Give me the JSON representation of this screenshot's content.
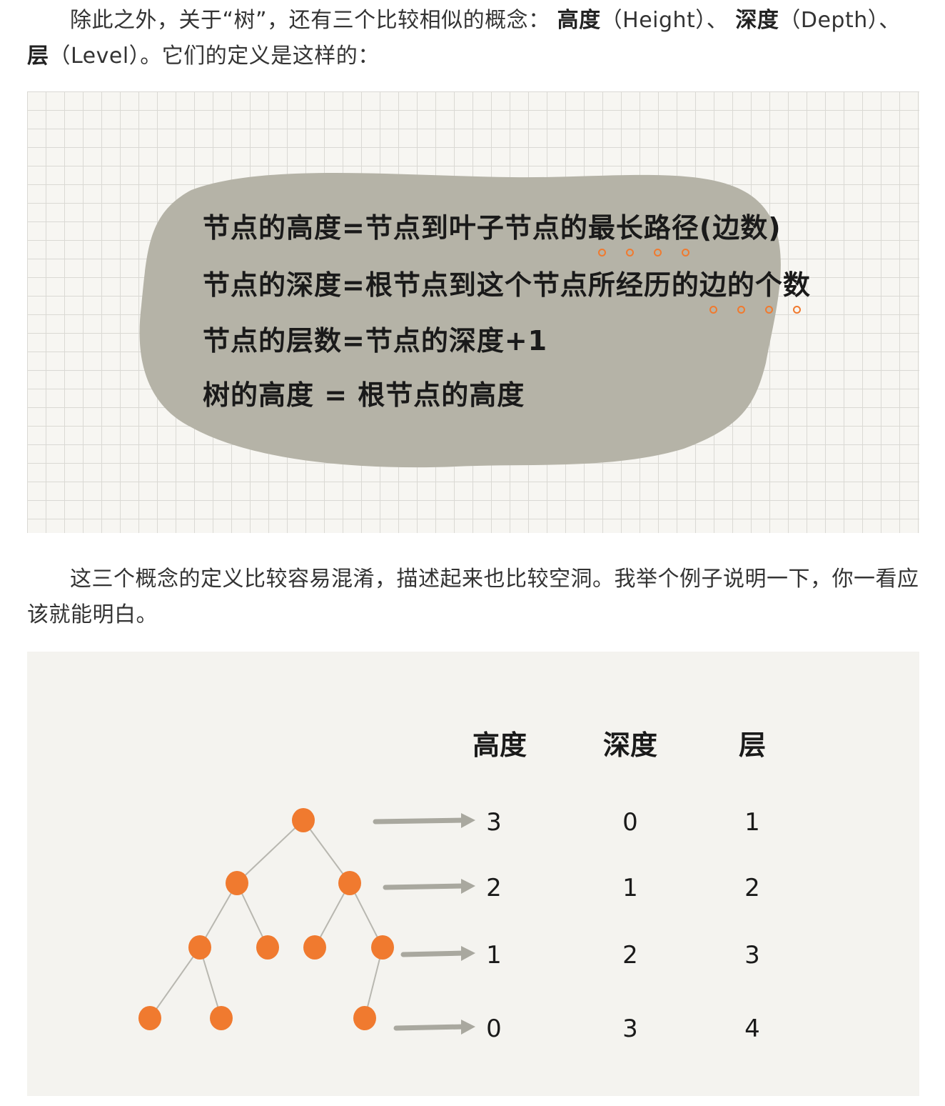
{
  "intro": {
    "text_before": "除此之外，关于“树”，还有三个比较相似的概念：",
    "term_height": "高度",
    "term_height_en": "（Height）、",
    "term_depth": "深度",
    "term_depth_en": "（Depth）、",
    "term_level": "层",
    "term_level_en": "（Level）。它们的定义是这样的："
  },
  "definitions": {
    "line1_a": "节点的高度=节点到叶子节点的",
    "line1_emph": "最长路径",
    "line1_b": "(边数)",
    "line2_a": "节点的深度=根节点到这个节点所经历的",
    "line2_emph": "边的个数",
    "line3": "节点的层数=节点的深度+1",
    "line4": "树的高度 = 根节点的高度",
    "blob_color": "#b5b3a7",
    "dot_color": "#f07a2f"
  },
  "explain": {
    "text": "这三个概念的定义比较容易混淆，描述起来也比较空洞。我举个例子说明一下，你一看应该就能明白。"
  },
  "tree_example": {
    "headers": [
      "高度",
      "深度",
      "层"
    ],
    "rows": [
      {
        "height": "3",
        "depth": "0",
        "level": "1"
      },
      {
        "height": "2",
        "depth": "1",
        "level": "2"
      },
      {
        "height": "1",
        "depth": "2",
        "level": "3"
      },
      {
        "height": "0",
        "depth": "3",
        "level": "4"
      }
    ],
    "node_color": "#f07a2f",
    "arrow_color": "#a9a89f"
  }
}
